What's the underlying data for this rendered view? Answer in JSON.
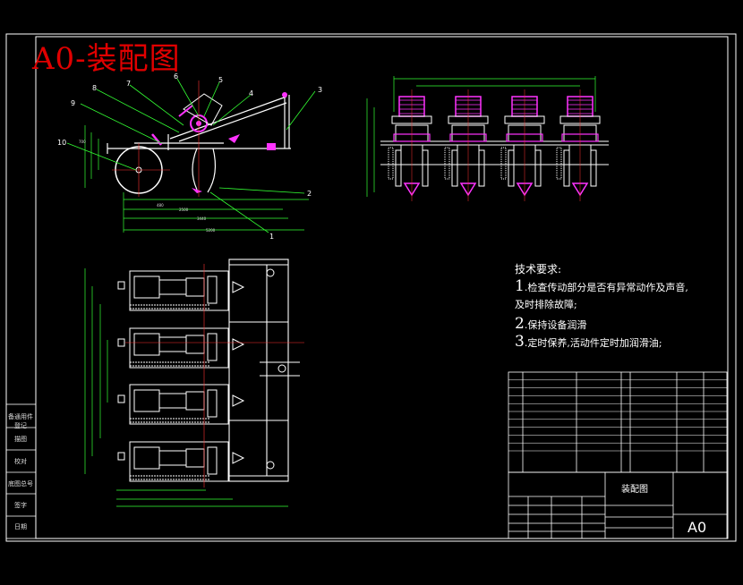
{
  "title": "A0-装配图",
  "requirements": {
    "heading": "技术要求:",
    "item1_num": "1",
    "item1_text": ".检查传动部分是否有异常动作及声音,",
    "item1_cont": "及时排除故障;",
    "item2_num": "2",
    "item2_text": ".保持设备润滑",
    "item3_num": "3",
    "item3_text": ".定时保养,活动件定时加润滑油;"
  },
  "balloons": [
    "1",
    "2",
    "3",
    "4",
    "5",
    "6",
    "7",
    "8",
    "9",
    "10"
  ],
  "side_table": [
    "备通用件登记",
    "描图",
    "校对",
    "底图总号",
    "签字",
    "日期"
  ],
  "title_block": {
    "drawing_name": "装配图",
    "sheet_size": "A0"
  },
  "colors": {
    "background": "#000000",
    "line": "#ffffff",
    "part": "#ff33ff",
    "leader": "#33ff33",
    "centerline": "#ff3333",
    "dimension": "#ffff00",
    "title": "#e00000"
  }
}
